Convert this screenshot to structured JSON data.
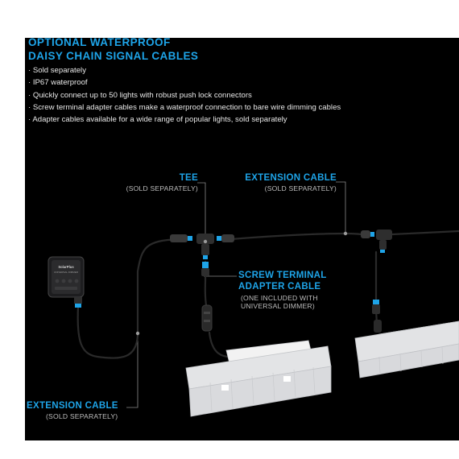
{
  "header": {
    "line1": "OPTIONAL WATERPROOF",
    "line2": "DAISY CHAIN SIGNAL CABLES"
  },
  "bullets": [
    "· Sold separately",
    "· IP67 waterproof",
    "· Quickly connect up to 50 lights with robust push lock connectors",
    "· Screw terminal adapter cables make a waterproof connection to bare wire dimming cables",
    "· Adapter cables available for a wide range of popular lights, sold separately"
  ],
  "callouts": {
    "tee": {
      "title": "TEE",
      "subtitle": "(SOLD SEPARATELY)"
    },
    "extension_top": {
      "title": "EXTENSION CABLE",
      "subtitle": "(SOLD SEPARATELY)"
    },
    "screw_terminal": {
      "title_line1": "SCREW TERMINAL",
      "title_line2": "ADAPTER CABLE",
      "subtitle_line1": "(ONE INCLUDED WITH",
      "subtitle_line2": "UNIVERSAL DIMMER)"
    },
    "extension_bottom": {
      "title": "EXTENSION CABLE",
      "subtitle": "(SOLD SEPARATELY)"
    }
  },
  "controller": {
    "brand": "SolarPlus",
    "model": "UNIVERSAL DIMMER"
  },
  "colors": {
    "accent": "#1ea4e8",
    "background": "#000000",
    "text": "#e8e8e8",
    "cable": "#2a2a2a",
    "fixture": "#e9eaec"
  }
}
